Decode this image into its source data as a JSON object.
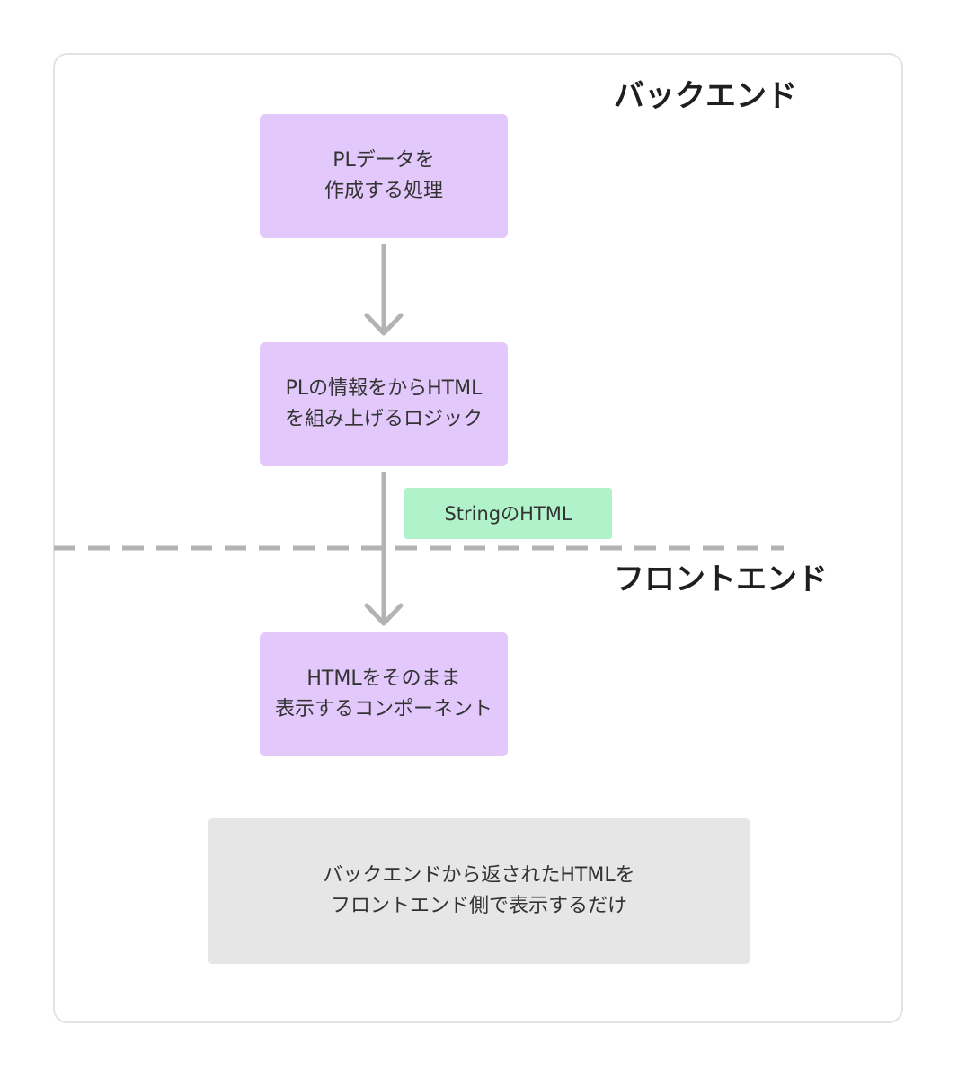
{
  "sections": {
    "backend": "バックエンド",
    "frontend": "フロントエンド"
  },
  "nodes": {
    "create_pl": "PLデータを\n作成する処理",
    "build_html": "PLの情報をからHTML\nを組み上げるロジック",
    "string_html": "StringのHTML",
    "render_component": "HTMLをそのまま\n表示するコンポーネント"
  },
  "note": "バックエンドから返されたHTMLを\nフロントエンド側で表示するだけ",
  "colors": {
    "process_box": "#e3c9fb",
    "data_label": "#b0f2ca",
    "note_box": "#e6e6e6",
    "arrow": "#b3b3b3",
    "divider": "#b3b3b3",
    "frame_border": "#e3e3e3"
  }
}
